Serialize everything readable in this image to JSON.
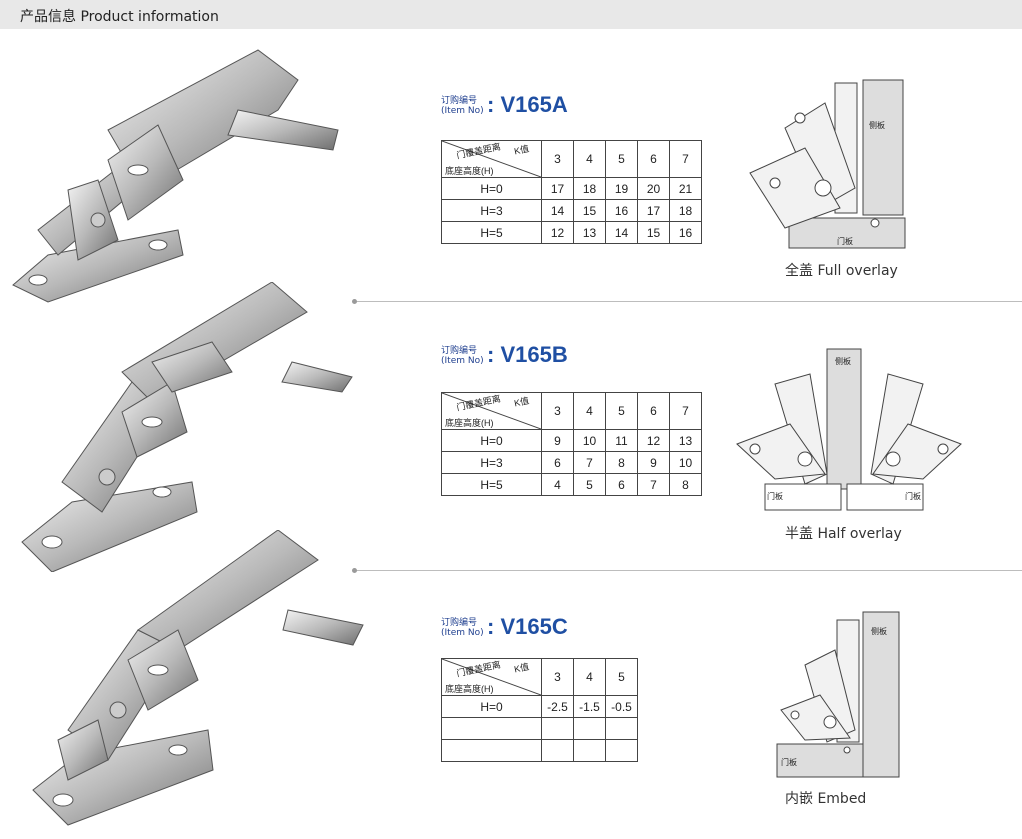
{
  "header": {
    "title": "产品信息 Product information"
  },
  "item_label_cn": "订购编号",
  "item_label_en": "(Item No)",
  "table_head_top": "门覆盖距离",
  "table_head_k": "K值",
  "table_head_side": "底座高度(H)",
  "labels": {
    "side_panel": "侧板",
    "door_panel": "门板"
  },
  "products": [
    {
      "code": ": V165A",
      "columns": [
        "3",
        "4",
        "5",
        "6",
        "7"
      ],
      "rows": [
        {
          "h": "H=0",
          "values": [
            "17",
            "18",
            "19",
            "20",
            "21"
          ]
        },
        {
          "h": "H=3",
          "values": [
            "14",
            "15",
            "16",
            "17",
            "18"
          ]
        },
        {
          "h": "H=5",
          "values": [
            "12",
            "13",
            "14",
            "15",
            "16"
          ]
        }
      ],
      "caption": "全盖 Full overlay"
    },
    {
      "code": ": V165B",
      "columns": [
        "3",
        "4",
        "5",
        "6",
        "7"
      ],
      "rows": [
        {
          "h": "H=0",
          "values": [
            "9",
            "10",
            "11",
            "12",
            "13"
          ]
        },
        {
          "h": "H=3",
          "values": [
            "6",
            "7",
            "8",
            "9",
            "10"
          ]
        },
        {
          "h": "H=5",
          "values": [
            "4",
            "5",
            "6",
            "7",
            "8"
          ]
        }
      ],
      "caption": "半盖 Half overlay"
    },
    {
      "code": ": V165C",
      "columns": [
        "3",
        "4",
        "5"
      ],
      "rows": [
        {
          "h": "H=0",
          "values": [
            "-2.5",
            "-1.5",
            "-0.5"
          ]
        },
        {
          "h": "",
          "values": [
            "",
            "",
            ""
          ]
        },
        {
          "h": "",
          "values": [
            "",
            "",
            ""
          ]
        }
      ],
      "caption": "内嵌 Embed"
    }
  ]
}
